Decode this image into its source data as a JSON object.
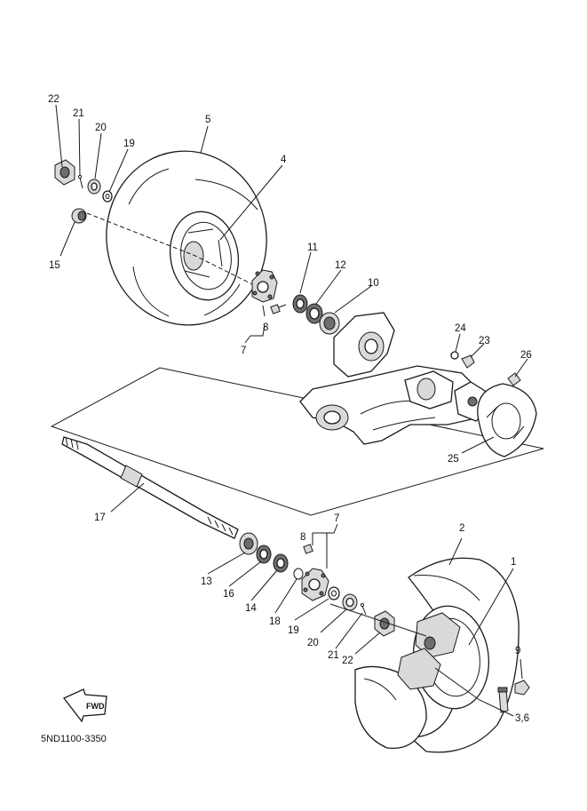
{
  "diagram_code": "5ND1100-3350",
  "fwd_label": "FWD",
  "callouts": {
    "c1": "1",
    "c2": "2",
    "c3_6": "3,6",
    "c4": "4",
    "c5": "5",
    "c7a": "7",
    "c7b": "7",
    "c8a": "8",
    "c8b": "8",
    "c9": "9",
    "c10": "10",
    "c11": "11",
    "c12": "12",
    "c13": "13",
    "c14": "14",
    "c15": "15",
    "c16": "16",
    "c17": "17",
    "c18": "18",
    "c19a": "19",
    "c19b": "19",
    "c20a": "20",
    "c20b": "20",
    "c21a": "21",
    "c21b": "21",
    "c22a": "22",
    "c22b": "22",
    "c23": "23",
    "c24": "24",
    "c25": "25",
    "c26": "26"
  }
}
